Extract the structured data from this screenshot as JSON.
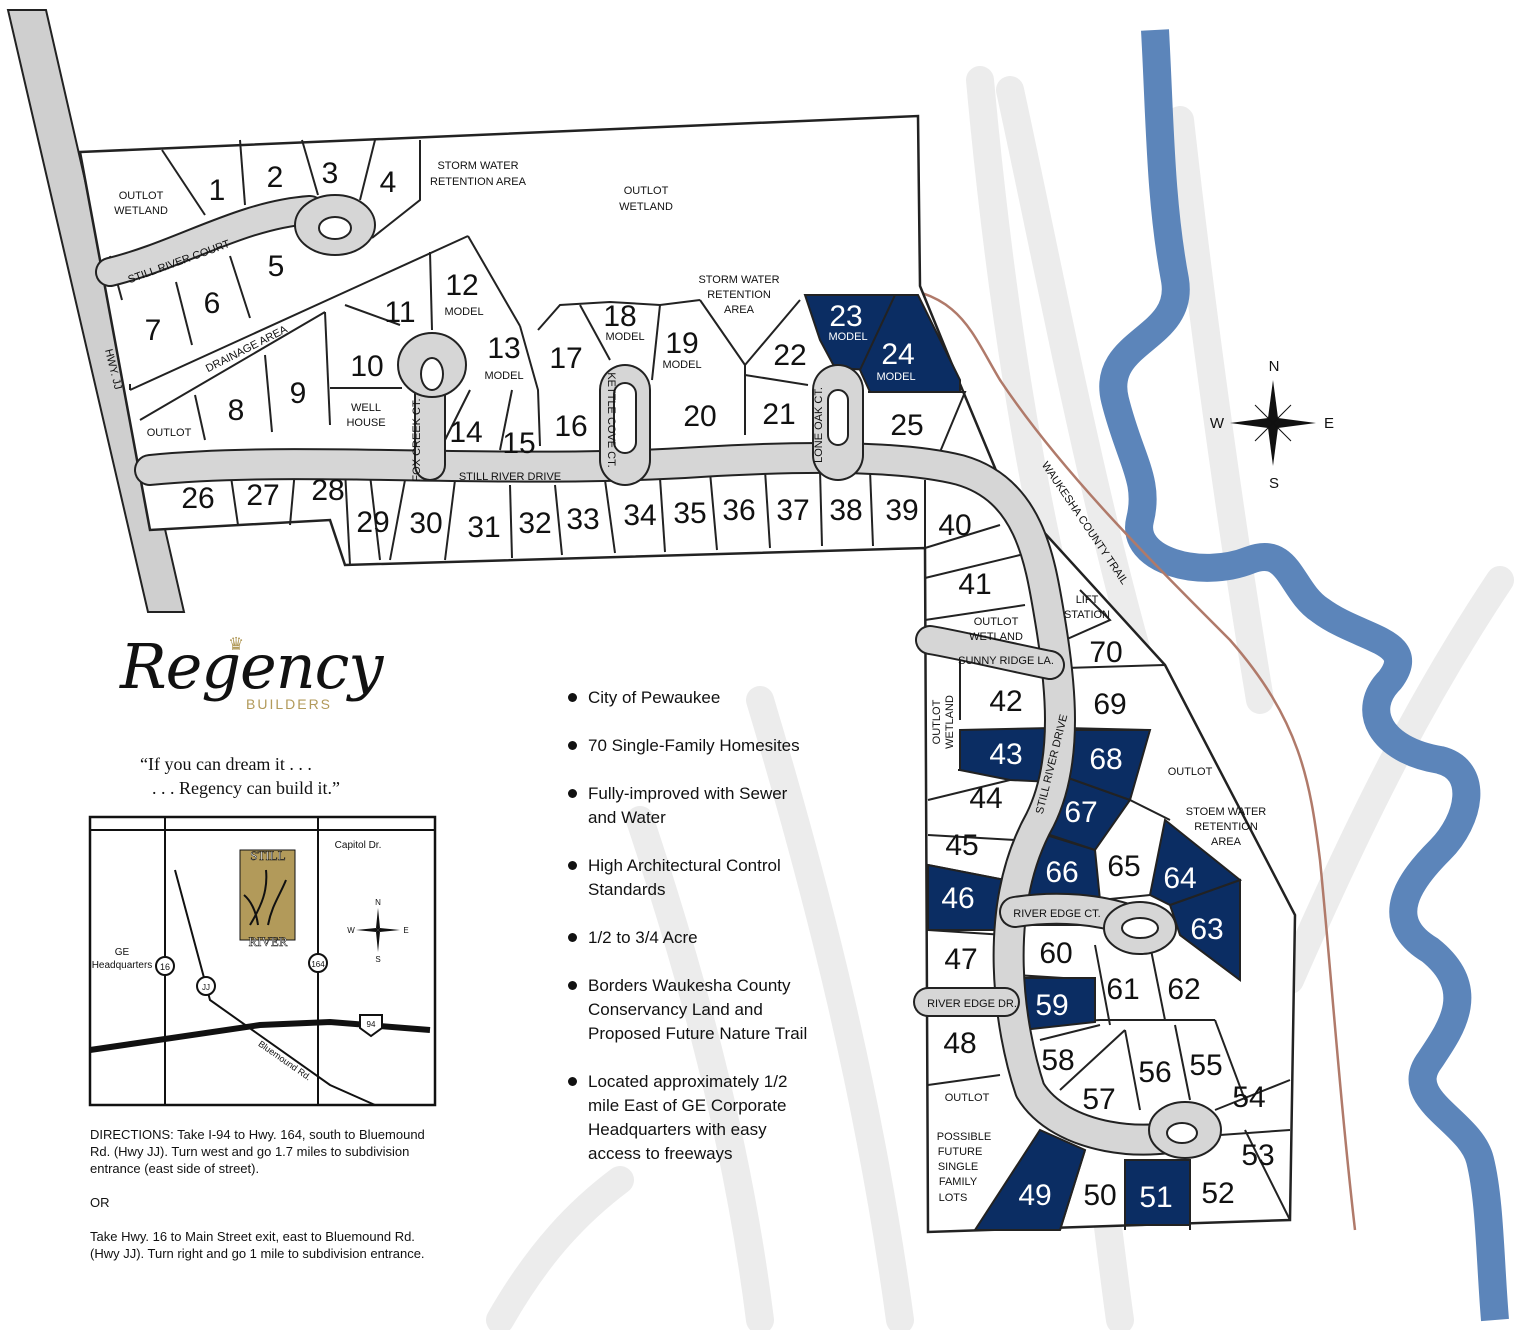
{
  "colors": {
    "sold": "#0b2d63",
    "road": "#d6d6d6",
    "river": "#5c85ba",
    "trail": "#b07a6a",
    "gold": "#b29a5a"
  },
  "lots": [
    {
      "num": "1"
    },
    {
      "num": "2"
    },
    {
      "num": "3"
    },
    {
      "num": "4"
    },
    {
      "num": "5"
    },
    {
      "num": "6"
    },
    {
      "num": "7"
    },
    {
      "num": "8"
    },
    {
      "num": "9"
    },
    {
      "num": "10"
    },
    {
      "num": "11"
    },
    {
      "num": "12",
      "sub": "MODEL"
    },
    {
      "num": "13",
      "sub": "MODEL"
    },
    {
      "num": "14"
    },
    {
      "num": "15"
    },
    {
      "num": "16"
    },
    {
      "num": "17"
    },
    {
      "num": "18",
      "sub": "MODEL"
    },
    {
      "num": "19",
      "sub": "MODEL"
    },
    {
      "num": "20"
    },
    {
      "num": "21"
    },
    {
      "num": "22"
    },
    {
      "num": "23",
      "sub": "MODEL",
      "status": "sold"
    },
    {
      "num": "24",
      "sub": "MODEL",
      "status": "sold"
    },
    {
      "num": "25"
    },
    {
      "num": "26"
    },
    {
      "num": "27"
    },
    {
      "num": "28"
    },
    {
      "num": "29"
    },
    {
      "num": "30"
    },
    {
      "num": "31"
    },
    {
      "num": "32"
    },
    {
      "num": "33"
    },
    {
      "num": "34"
    },
    {
      "num": "35"
    },
    {
      "num": "36"
    },
    {
      "num": "37"
    },
    {
      "num": "38"
    },
    {
      "num": "39"
    },
    {
      "num": "40"
    },
    {
      "num": "41"
    },
    {
      "num": "42"
    },
    {
      "num": "43",
      "status": "sold"
    },
    {
      "num": "44"
    },
    {
      "num": "45"
    },
    {
      "num": "46",
      "status": "sold"
    },
    {
      "num": "47"
    },
    {
      "num": "48"
    },
    {
      "num": "49",
      "status": "sold"
    },
    {
      "num": "50"
    },
    {
      "num": "51",
      "status": "sold"
    },
    {
      "num": "52"
    },
    {
      "num": "53"
    },
    {
      "num": "54"
    },
    {
      "num": "55"
    },
    {
      "num": "56"
    },
    {
      "num": "57"
    },
    {
      "num": "58"
    },
    {
      "num": "59",
      "status": "sold"
    },
    {
      "num": "60"
    },
    {
      "num": "61"
    },
    {
      "num": "62"
    },
    {
      "num": "63",
      "status": "sold"
    },
    {
      "num": "64",
      "status": "sold"
    },
    {
      "num": "65"
    },
    {
      "num": "66",
      "status": "sold"
    },
    {
      "num": "67",
      "status": "sold"
    },
    {
      "num": "68",
      "status": "sold"
    },
    {
      "num": "69"
    },
    {
      "num": "70"
    }
  ],
  "areas": {
    "outlot_wetland_nw": [
      "OUTLOT",
      "WETLAND"
    ],
    "storm_water_n": [
      "STORM WATER",
      "RETENTION AREA"
    ],
    "outlot_wetland_n": [
      "OUTLOT",
      "WETLAND"
    ],
    "storm_water_mid": [
      "STORM WATER",
      "RETENTION",
      "AREA"
    ],
    "drainage": "DRAINAGE AREA",
    "outlot_w": "OUTLOT",
    "well_house": [
      "WELL",
      "HOUSE"
    ],
    "outlot_wetland_e": [
      "OUTLOT",
      "WETLAND"
    ],
    "lift_station": [
      "LIFT",
      "STATION"
    ],
    "outlot_wetland_v": [
      "OUTLOT",
      "WETLAND"
    ],
    "outlot_e": "OUTLOT",
    "storm_water_e": [
      "STOEM WATER",
      "RETENTION",
      "AREA"
    ],
    "outlot_s": "OUTLOT",
    "possible_lots": [
      "POSSIBLE",
      "FUTURE",
      "SINGLE",
      "FAMILY",
      "LOTS"
    ]
  },
  "roads": {
    "hwy_jj": "HWY. JJ",
    "still_river_court": "STILL RIVER COURT",
    "fox_creek": "FOX CREEK CT.",
    "kettle_cove": "KETTLE COVE CT.",
    "lone_oak": "LONE OAK CT.",
    "still_river_drive": "STILL RIVER DRIVE",
    "still_river_drive_2": "STILL RIVER DRIVE",
    "county_trail": "WAUKESHA COUNTY TRAIL",
    "sunny_ridge": "SUNNY RIDGE LA.",
    "river_edge_ct": "RIVER EDGE CT.",
    "river_edge_dr": "RIVER EDGE DR."
  },
  "compass": {
    "n": "N",
    "s": "S",
    "e": "E",
    "w": "W"
  },
  "logo": {
    "name": "Regency",
    "sub": "BUILDERS"
  },
  "slogan": {
    "line1": "“If you can dream it . . .",
    "line2": ". . . Regency can build it.”"
  },
  "features": [
    "City of Pewaukee",
    "70 Single-Family Homesites",
    "Fully-improved with Sewer and Water",
    "High Architectural Control Standards",
    "1/2 to 3/4 Acre",
    "Borders Waukesha County Conservancy Land and Proposed Future Nature Trail",
    "Located approximately 1/2 mile East of GE Corporate Headquarters with easy access to freeways"
  ],
  "locator": {
    "capitol": "Capitol Dr.",
    "ge": [
      "GE",
      "Headquarters"
    ],
    "bluemound": "Bluemound Rd.",
    "shield_16": "16",
    "shield_jj": "JJ",
    "shield_164": "164",
    "shield_94": "94",
    "logo_top": "STILL",
    "logo_bottom": "RIVER",
    "compass": {
      "n": "N",
      "s": "S",
      "e": "E",
      "w": "W"
    }
  },
  "directions": {
    "p1": "DIRECTIONS: Take I-94 to Hwy. 164, south to Bluemound Rd. (Hwy JJ).  Turn west and go 1.7 miles to subdivision entrance (east side of street).",
    "or": "OR",
    "p2": "Take Hwy. 16 to Main Street exit, east to Bluemound Rd. (Hwy JJ).  Turn right and go 1 mile to subdivision entrance."
  }
}
